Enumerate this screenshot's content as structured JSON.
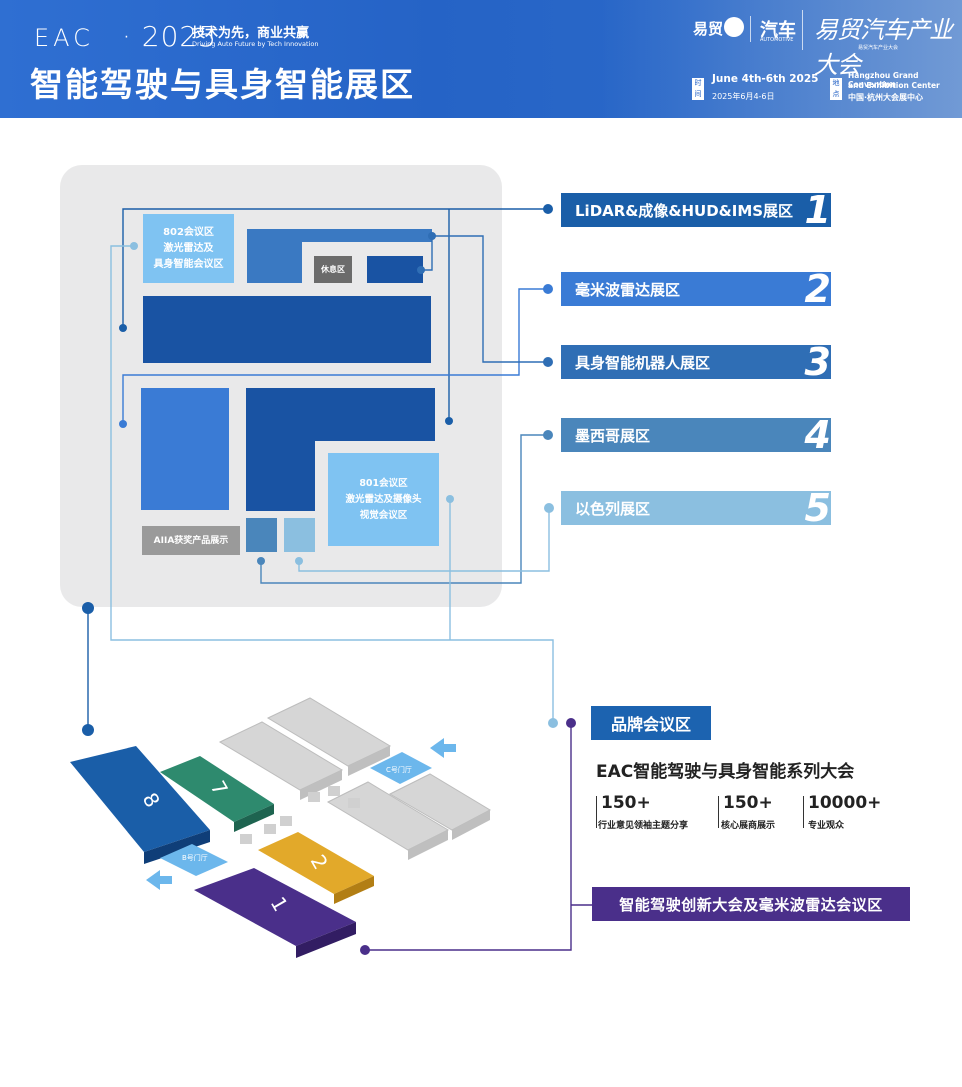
{
  "header": {
    "eac_logo": "EAC",
    "year": "· 2025",
    "slogan_cn": "技术为先，商业共赢",
    "slogan_en": "Driving Auto Future by Tech Innovation",
    "title": "智能驾驶与具身智能展区",
    "brand_yimao": "易贸",
    "brand_qiche": "汽车",
    "brand_qiche_en": "AUTOMOTIVE",
    "conference_logo": "易贸汽车产业大会",
    "conference_sub": "易贸汽车产业大会",
    "date_tag": "时间",
    "date_en": "June 4th-6th 2025",
    "date_cn": "2025年6月4-6日",
    "venue_tag": "地点",
    "venue_en_1": "Hangzhou Grand Convention",
    "venue_en_2": "and Exhibition Center",
    "venue_cn": "中国·杭州大会展中心"
  },
  "floorplan": {
    "zone_802": "802会议区\n激光雷达及\n具身智能会议区",
    "rest_area": "休息区",
    "zone_801": "801会议区\n激光雷达及摄像头\n视觉会议区",
    "aiia": "AIIA获奖产品展示"
  },
  "zones": [
    {
      "label": "LiDAR&成像&HUD&IMS展区",
      "number": "1",
      "color": "#1a5ea8"
    },
    {
      "label": "毫米波雷达展区",
      "number": "2",
      "color": "#3a7bd5"
    },
    {
      "label": "具身智能机器人展区",
      "number": "3",
      "color": "#2f6eb5"
    },
    {
      "label": "墨西哥展区",
      "number": "4",
      "color": "#4a86bb"
    },
    {
      "label": "以色列展区",
      "number": "5",
      "color": "#8bbfe0"
    }
  ],
  "map3d": {
    "hall_8": "8",
    "hall_7": "7",
    "hall_2": "2",
    "hall_1": "1",
    "lobby_a": "B号门厅",
    "lobby_b": "C号门厅"
  },
  "brand": {
    "tag": "品牌会议区",
    "title": "EAC智能驾驶与具身智能系列大会",
    "stats": [
      {
        "value": "150+",
        "label": "行业意见领袖主题分享"
      },
      {
        "value": "150+",
        "label": "核心展商展示"
      },
      {
        "value": "10000+",
        "label": "专业观众"
      }
    ],
    "innovation_tag": "智能驾驶创新大会及毫米波雷达会议区"
  }
}
